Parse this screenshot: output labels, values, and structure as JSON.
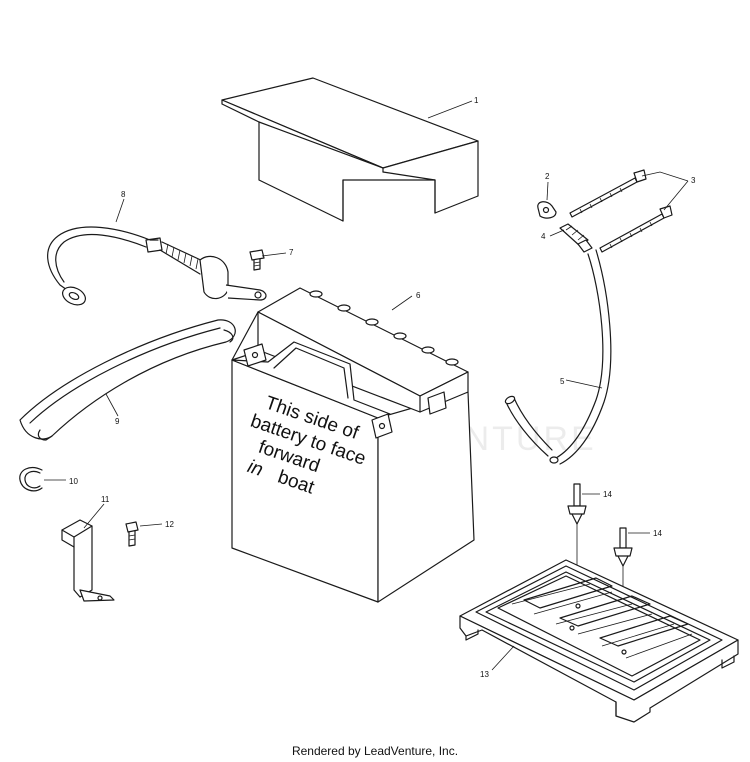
{
  "callouts": [
    "1",
    "2",
    "3",
    "4",
    "5",
    "6",
    "7",
    "8",
    "9",
    "10",
    "11",
    "12",
    "13",
    "14",
    "14"
  ],
  "battery_label": [
    "This side of",
    "battery to face",
    "forward",
    "in",
    "boat"
  ],
  "watermark": "ADVENTURE",
  "footer": "Rendered by LeadVenture, Inc."
}
